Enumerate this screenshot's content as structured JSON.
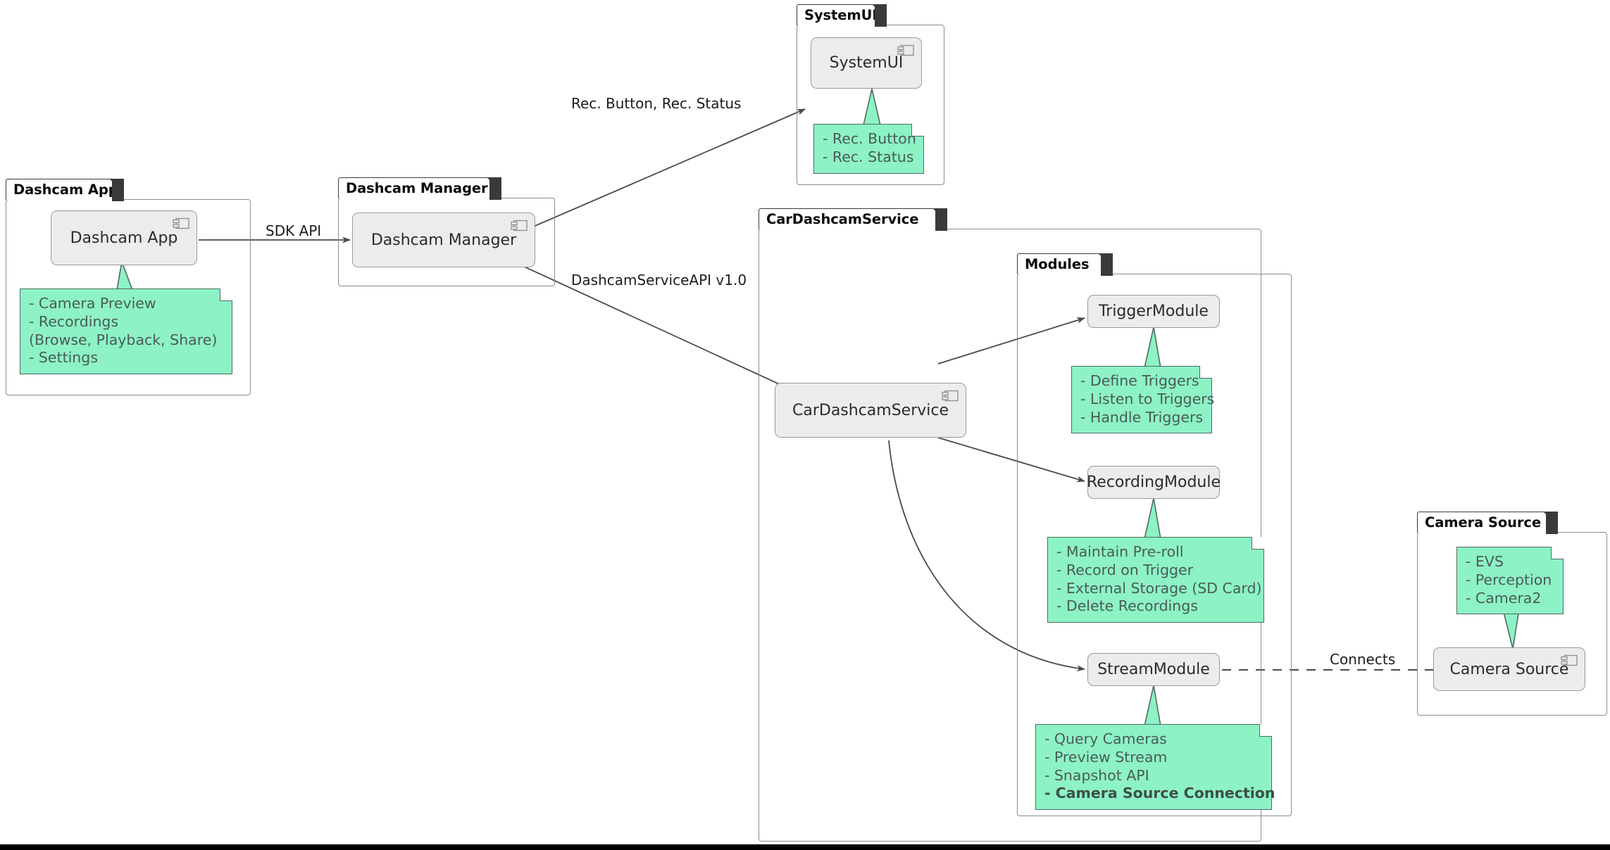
{
  "diagram": {
    "type": "uml-component-diagram",
    "colors": {
      "note_fill": "#8DF2C6",
      "note_border": "#4f6b5e",
      "component_fill": "#ECECEC",
      "component_border": "#9a9a9a",
      "package_border": "#8c8c8c",
      "text": "#2b2b2b",
      "background": "#ffffff"
    }
  },
  "packages": {
    "dashcam_app": {
      "title": "Dashcam App",
      "component": "Dashcam App",
      "note": [
        "- Camera Preview",
        "- Recordings",
        "  (Browse, Playback, Share)",
        "- Settings"
      ]
    },
    "dashcam_manager": {
      "title": "Dashcam Manager",
      "component": "Dashcam Manager"
    },
    "system_ui": {
      "title": "SystemUI",
      "component": "SystemUI",
      "note": [
        "- Rec. Button",
        "- Rec. Status"
      ]
    },
    "car_dashcam_service": {
      "title": "CarDashcamService",
      "component": "CarDashcamService"
    },
    "modules": {
      "title": "Modules",
      "trigger_module": {
        "component": "TriggerModule",
        "note": [
          "- Define Triggers",
          "- Listen to Triggers",
          "- Handle Triggers"
        ]
      },
      "recording_module": {
        "component": "RecordingModule",
        "note": [
          "- Maintain Pre-roll",
          "- Record on Trigger",
          "- External Storage (SD Card)",
          "- Delete Recordings"
        ]
      },
      "stream_module": {
        "component": "StreamModule",
        "note": [
          "- Query Cameras",
          "- Preview Stream",
          "- Snapshot API",
          "- Camera Source Connection"
        ],
        "note_bold_index": 3
      }
    },
    "camera_source": {
      "title": "Camera Source",
      "component": "Camera Source",
      "note": [
        "- EVS",
        "- Perception",
        "- Camera2"
      ]
    }
  },
  "connections": {
    "sdk_api": "SDK API",
    "rec_button_status": "Rec. Button, Rec. Status",
    "dashcam_service_api": "DashcamServiceAPI v1.0",
    "connects": "Connects"
  },
  "icons": {
    "component_icon": "uml-component-icon",
    "note_fold": "note-fold-corner"
  }
}
